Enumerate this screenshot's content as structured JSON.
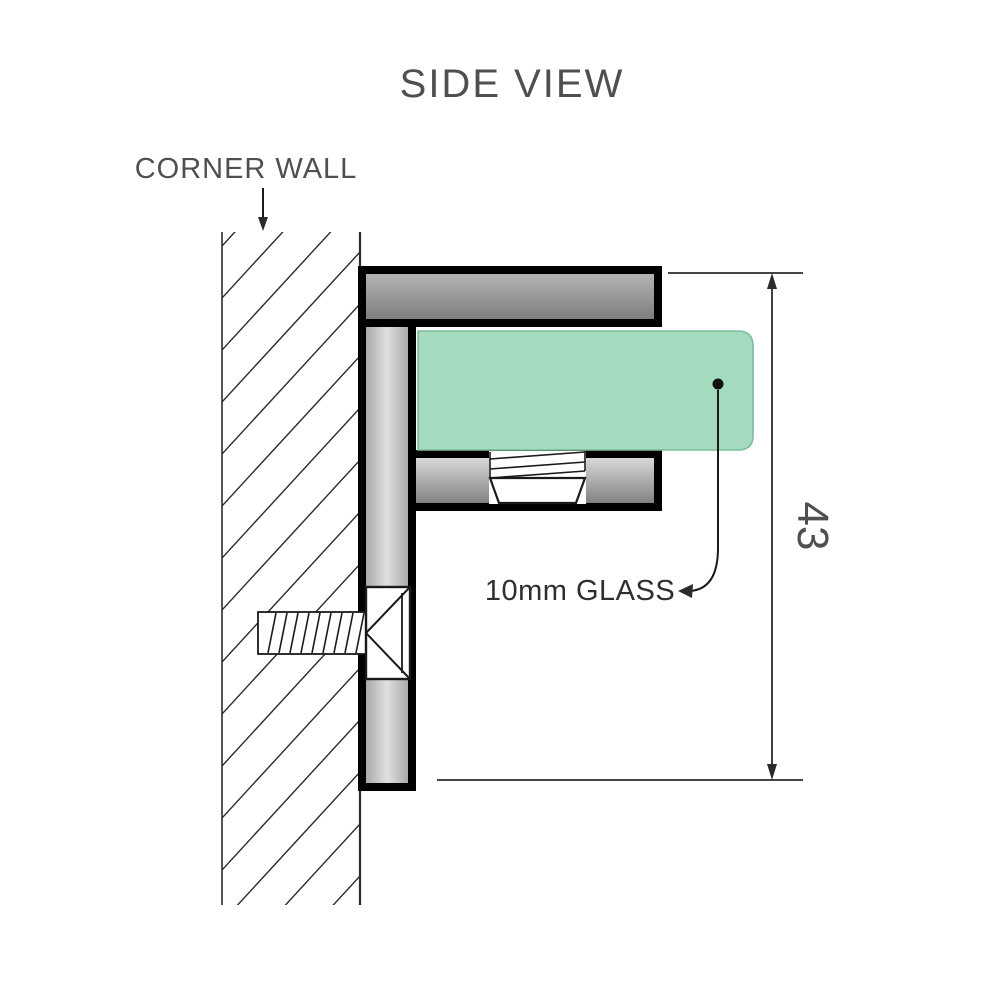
{
  "title": "SIDE VIEW",
  "diagram": {
    "corner_wall_label": "CORNER WALL",
    "glass_label": "10mm GLASS",
    "dimension_value": "43"
  },
  "colors": {
    "text": "#4f4f4f",
    "text_dark": "#2f2f2f",
    "outline": "#000000",
    "line": "#2b2b2b",
    "glass_fill": "#a4dabd",
    "glass_stroke": "#7cbd9b",
    "metal_light": "#e0e0e0",
    "metal_soft": "#b8b8b8",
    "metal_mid": "#9e9e9e",
    "metal_dark": "#7a7a7a",
    "background": "#ffffff"
  }
}
